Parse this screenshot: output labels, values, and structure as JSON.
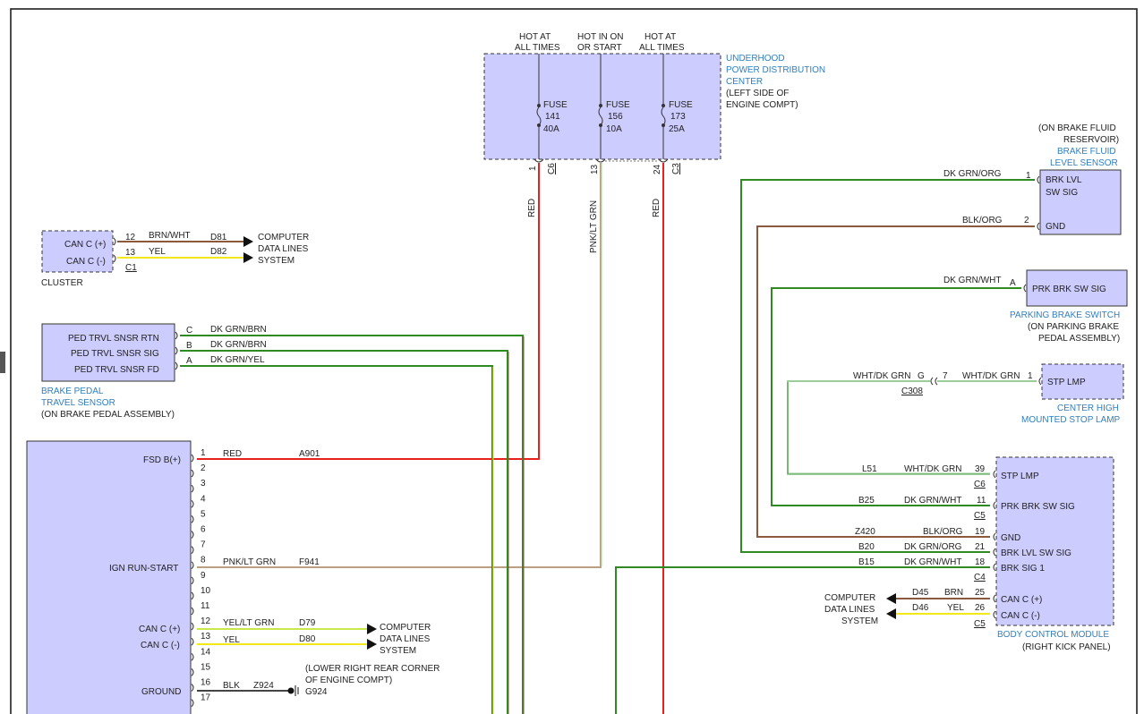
{
  "pdc": {
    "headers": [
      [
        "HOT AT",
        "ALL TIMES"
      ],
      [
        "HOT IN ON",
        "OR START"
      ],
      [
        "HOT AT",
        "ALL TIMES"
      ]
    ],
    "name": [
      "UNDERHOOD",
      "POWER DISTRIBUTION",
      "CENTER"
    ],
    "location": [
      "(LEFT SIDE OF",
      "ENGINE COMPT)"
    ],
    "fuses": [
      {
        "label": "FUSE",
        "num": "141",
        "amp": "40A"
      },
      {
        "label": "FUSE",
        "num": "156",
        "amp": "10A"
      },
      {
        "label": "FUSE",
        "num": "173",
        "amp": "25A"
      }
    ],
    "pins": [
      "1",
      "13",
      "24"
    ],
    "connectors": [
      "C6",
      "C3"
    ],
    "wire_colors": [
      "RED",
      "PNK/LT GRN",
      "RED"
    ]
  },
  "cluster": {
    "pins": [
      {
        "label": "CAN C (+)",
        "pin": "12",
        "color": "BRN/WHT",
        "circuit": "D81"
      },
      {
        "label": "CAN C (-)",
        "pin": "13",
        "color": "YEL",
        "circuit": "D82"
      }
    ],
    "connector": "C1",
    "name": "CLUSTER",
    "dest": [
      "COMPUTER",
      "DATA LINES",
      "SYSTEM"
    ]
  },
  "pedal_sensor": {
    "pins": [
      {
        "label": "PED TRVL SNSR RTN",
        "pin": "C",
        "color": "DK GRN/BRN"
      },
      {
        "label": "PED TRVL SNSR SIG",
        "pin": "B",
        "color": "DK GRN/BRN"
      },
      {
        "label": "PED TRVL SNSR FD",
        "pin": "A",
        "color": "DK GRN/YEL"
      }
    ],
    "name": [
      "BRAKE PEDAL",
      "TRAVEL SENSOR"
    ],
    "location": "(ON BRAKE PEDAL ASSEMBLY)"
  },
  "module_left": {
    "pin_numbers": [
      "1",
      "2",
      "3",
      "4",
      "5",
      "6",
      "7",
      "8",
      "9",
      "10",
      "11",
      "12",
      "13",
      "14",
      "15",
      "16",
      "17"
    ],
    "labels": {
      "p1": "FSD B(+)",
      "p8": "IGN RUN-START",
      "p12": "CAN C (+)",
      "p13": "CAN C (-)",
      "p16": "GROUND"
    },
    "wires": {
      "p1": {
        "color": "RED",
        "circuit": "A901"
      },
      "p8": {
        "color": "PNK/LT GRN",
        "circuit": "F941"
      },
      "p12": {
        "color": "YEL/LT GRN",
        "circuit": "D79"
      },
      "p13": {
        "color": "YEL",
        "circuit": "D80"
      },
      "p16": {
        "color": "BLK",
        "circuit": "Z924"
      }
    },
    "dest": [
      "COMPUTER",
      "DATA LINES",
      "SYSTEM"
    ],
    "ground_location": [
      "(LOWER RIGHT REAR CORNER",
      "OF ENGINE COMPT)"
    ],
    "ground_name": "G924"
  },
  "brake_fluid": {
    "location": [
      "(ON BRAKE FLUID",
      "RESERVOIR)"
    ],
    "name": [
      "BRAKE FLUID",
      "LEVEL SENSOR"
    ],
    "pins": [
      {
        "label": [
          "BRK LVL",
          "SW SIG"
        ],
        "pin": "1",
        "color": "DK GRN/ORG"
      },
      {
        "label": [
          "GND"
        ],
        "pin": "2",
        "color": "BLK/ORG"
      }
    ]
  },
  "parking_switch": {
    "label": "PRK BRK SW SIG",
    "pin": "A",
    "color": "DK GRN/WHT",
    "name": "PARKING BRAKE SWITCH",
    "location": [
      "(ON PARKING BRAKE",
      "PEDAL ASSEMBLY)"
    ]
  },
  "chmsl": {
    "label": "STP LMP",
    "pin": "1",
    "color": "WHT/DK GRN",
    "inline": {
      "pin_a": "G",
      "pin_b": "7",
      "left_color": "WHT/DK GRN",
      "connector": "C308"
    },
    "name": [
      "CENTER HIGH",
      "MOUNTED STOP LAMP"
    ]
  },
  "bcm": {
    "pins": [
      {
        "label": "STP LMP",
        "pin": "39",
        "color": "WHT/DK GRN",
        "circuit": "L51",
        "connector": "C6"
      },
      {
        "label": "PRK BRK SW SIG",
        "pin": "11",
        "color": "DK GRN/WHT",
        "circuit": "B25",
        "connector": "C5"
      },
      {
        "label": "GND",
        "pin": "19",
        "color": "BLK/ORG",
        "circuit": "Z420"
      },
      {
        "label": "BRK LVL SW SIG",
        "pin": "21",
        "color": "DK GRN/ORG",
        "circuit": "B20"
      },
      {
        "label": "BRK SIG 1",
        "pin": "18",
        "color": "DK GRN/WHT",
        "circuit": "B15",
        "connector": "C4"
      },
      {
        "label": "CAN C (+)",
        "pin": "25",
        "color": "BRN",
        "circuit": "D45"
      },
      {
        "label": "CAN C (-)",
        "pin": "26",
        "color": "YEL",
        "circuit": "D46",
        "connector": "C5"
      }
    ],
    "dest": [
      "COMPUTER",
      "DATA LINES",
      "SYSTEM"
    ],
    "name": "BODY CONTROL MODULE",
    "location": "(RIGHT KICK PANEL)"
  },
  "wire_hex": {
    "red": "#e8211d",
    "green": "#2e8b22",
    "brown": "#8b5a3c",
    "yellow": "#f2e81a",
    "pnk_lt_grn": "#a8d8a0",
    "yel_lt_grn": "#c8e84a",
    "blk": "#444444",
    "wht_dk_grn": "#9acd9a",
    "component_fill": "#ccccff"
  }
}
